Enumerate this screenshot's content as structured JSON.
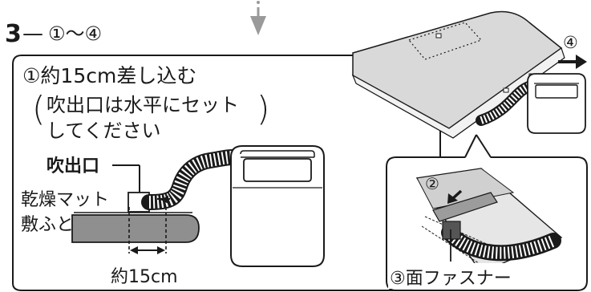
{
  "step": {
    "number": "3",
    "dash": "—",
    "range": "①〜④"
  },
  "left_panel": {
    "instruction_line1": "①約15cm差し込む",
    "note_line1": "吹出口は水平にセット",
    "note_line2": "してください",
    "outlet_label": "吹出口",
    "mat_label": "乾燥マット",
    "futon_label": "敷ふとん",
    "measure_label": "約15cm"
  },
  "right_panel": {
    "step4_marker": "④",
    "step2_marker": "②",
    "fastener_label": "③面ファスナー"
  },
  "colors": {
    "stroke": "#1a1a1a",
    "futon_fill": "#8f8f8f",
    "quilt_fill": "#d9d9d9",
    "arrow_gray": "#9a9a9a",
    "panel_fill": "#ffffff"
  }
}
